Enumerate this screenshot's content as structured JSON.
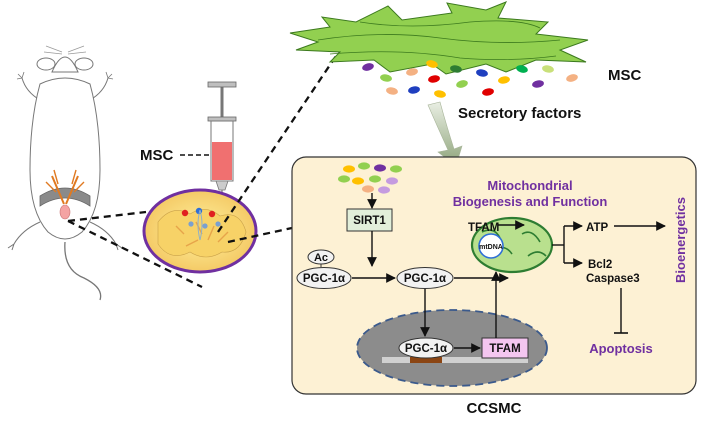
{
  "labels": {
    "msc_top": "MSC",
    "msc_syringe": "MSC",
    "secretory_factors": "Secretory factors",
    "mito_title_line1": "Mitochondrial",
    "mito_title_line2": "Biogenesis and Function",
    "sirt1": "SIRT1",
    "ac": "Ac",
    "pgc_acetylated": "PGC-1α",
    "pgc_mid": "PGC-1α",
    "pgc_nucleus": "PGC-1α",
    "tfam_mito": "TFAM",
    "tfam_nucleus": "TFAM",
    "mtdna": "mtDNA",
    "atp": "ATP",
    "bcl2": "Bcl2",
    "caspase3": "Caspase3",
    "bioenergetics": "Bioenergetics",
    "apoptosis": "Apoptosis",
    "ccsmc": "CCSMC"
  },
  "colors": {
    "panel_fill": "#fdf1d4",
    "msc_cell": "#92d050",
    "mito": "#b9e08e",
    "nucleus": "#8c8c8c",
    "sirt1_box": "#e2efda",
    "tfam_box": "#f4c6f0",
    "accent_purple": "#7030a0",
    "syringe_fluid": "#f07070"
  }
}
